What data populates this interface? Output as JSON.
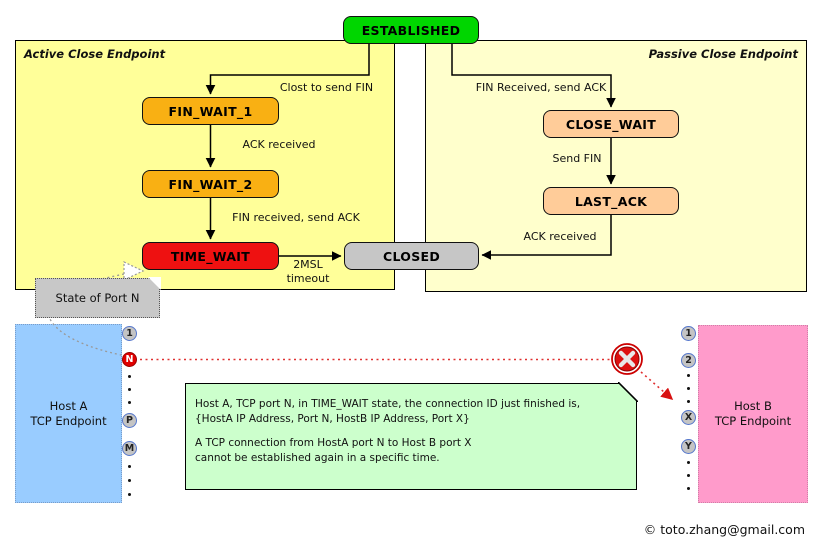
{
  "diagram": {
    "established": "ESTABLISHED",
    "closed": "CLOSED",
    "panels": {
      "active": {
        "title": "Active Close Endpoint"
      },
      "passive": {
        "title": "Passive Close Endpoint"
      }
    },
    "active_states": {
      "fin_wait_1": "FIN_WAIT_1",
      "fin_wait_2": "FIN_WAIT_2",
      "time_wait": "TIME_WAIT"
    },
    "passive_states": {
      "close_wait": "CLOSE_WAIT",
      "last_ack": "LAST_ACK"
    },
    "edge_labels": {
      "close_to_send_fin": "Clost to send FIN",
      "ack_received_left": "ACK received",
      "fin_received_send_ack_left": "FIN received, send ACK",
      "msl_line1": "2MSL",
      "msl_line2": "timeout",
      "fin_received_send_ack_right": "FIN Received, send ACK",
      "send_fin": "Send FIN",
      "ack_received_right": "ACK received"
    },
    "callout": {
      "label": "State of Port N"
    }
  },
  "hosts": {
    "host_a": {
      "line1": "Host A",
      "line2": "TCP Endpoint",
      "ports": [
        "1",
        "N",
        "P",
        "M"
      ]
    },
    "host_b": {
      "line1": "Host B",
      "line2": "TCP Endpoint",
      "ports": [
        "1",
        "2",
        "X",
        "Y"
      ]
    }
  },
  "note": {
    "line1": "Host A, TCP port N, in TIME_WAIT state, the connection ID just finished is,",
    "line2": "{HostA IP Address, Port N, HostB IP Address, Port X}",
    "line3": "A TCP connection from HostA port N to Host B port X",
    "line4": "cannot be established again in a specific time."
  },
  "footer": {
    "copyright": "© toto.zhang@gmail.com"
  },
  "colors": {
    "established_green": "#00D600",
    "fin_wait_gold": "#F9B013",
    "time_wait_red": "#EE1111",
    "passive_peach": "#FFCC99",
    "closed_gray": "#C6C6C6",
    "active_panel": "#FFFF99",
    "passive_panel": "#FFFFCC",
    "host_a_blue": "#99CCFF",
    "host_b_pink": "#FF9BCB",
    "note_green": "#CCFFCC",
    "callout_gray": "#C8C8C8",
    "forbidden_red": "#DD1111"
  }
}
